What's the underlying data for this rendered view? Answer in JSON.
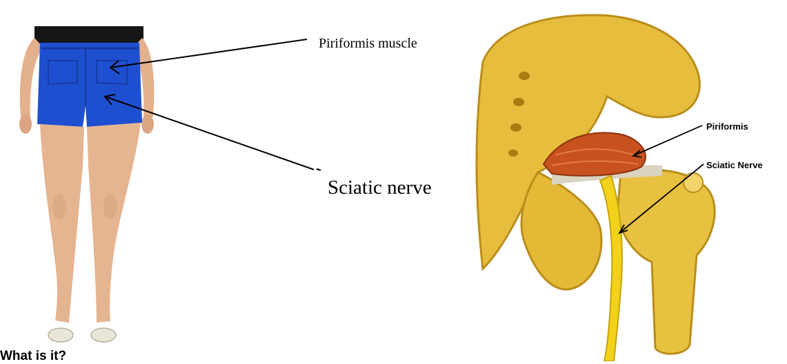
{
  "left_figure": {
    "labels": {
      "piriformis_muscle": "Piriformis muscle",
      "sciatic_nerve": "Sciatic nerve"
    }
  },
  "right_figure": {
    "labels": {
      "piriformis": "Piriformis",
      "sciatic_nerve": "Sciatic Nerve"
    }
  },
  "heading": "What is it?",
  "colors": {
    "shorts": "#1f4fd1",
    "skin": "#e5b491",
    "bone": "#e6bd3c",
    "muscle": "#c8521f",
    "nerve": "#f2d21a"
  }
}
